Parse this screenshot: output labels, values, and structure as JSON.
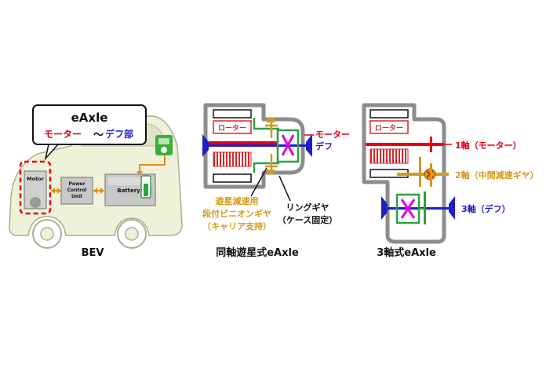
{
  "colors": {
    "red": "#e60012",
    "blue": "#1f1fc4",
    "gold": "#d49a1a",
    "orange": "#e58a1f",
    "green": "#2ea043",
    "magenta": "#e000e0",
    "gray": "#8c8c8c",
    "car_fill": "#eef2d9"
  },
  "bev": {
    "callout_title": "eAxle",
    "callout_motor": "モーター",
    "callout_tilde": "～",
    "callout_diff": "デフ部",
    "motor_label": "Motor",
    "pcu_label_1": "Power",
    "pcu_label_2": "Control",
    "pcu_label_3": "Unit",
    "battery_label": "Battery",
    "caption": "BEV"
  },
  "coaxial": {
    "rotor_label": "ローター",
    "motor_label": "モーター",
    "diff_label": "デフ",
    "pinion_line1": "遊星減速用",
    "pinion_line2": "段付ピニオンギヤ",
    "pinion_line3": "（キャリア支持）",
    "ring_line1": "リングギヤ",
    "ring_line2": "（ケース固定）",
    "caption": "同軸遊星式eAxle"
  },
  "three_axis": {
    "rotor_label": "ローター",
    "axis1": "1軸（モーター）",
    "axis2": "2軸（中間減速ギヤ）",
    "axis3": "3軸（デフ）",
    "caption": "3軸式eAxle"
  }
}
